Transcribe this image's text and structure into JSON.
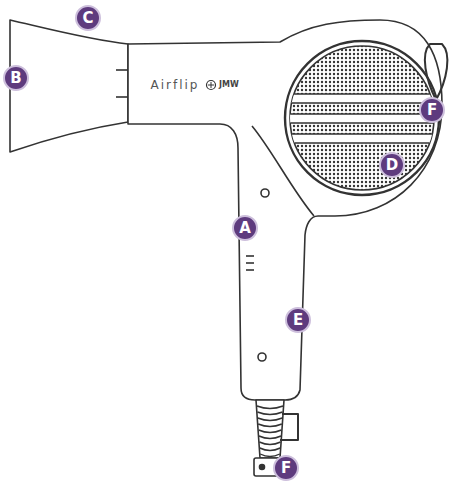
{
  "diagram": {
    "labels": [
      "C",
      "B",
      "Airflip",
      "JMW",
      "F",
      "D",
      "A",
      "E",
      "F"
    ]
  }
}
